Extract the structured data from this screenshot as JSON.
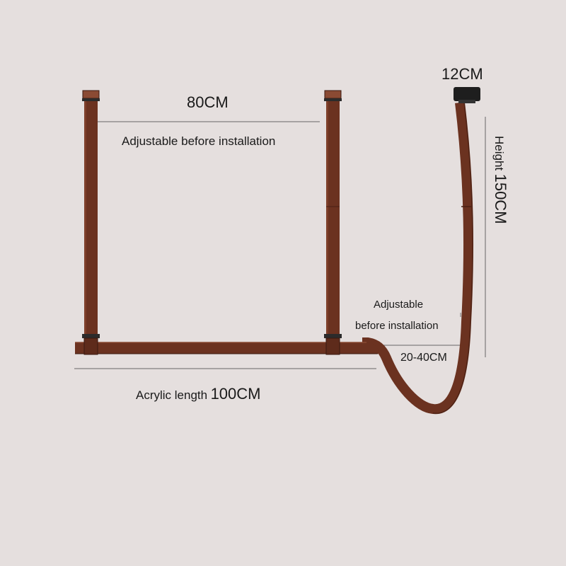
{
  "colors": {
    "background": "#e5dfde",
    "strap": "#6b3220",
    "strap_dark": "#4a2013",
    "strap_light": "#8a4a33",
    "dimension_line": "#555555",
    "canopy": "#1e1e1e"
  },
  "labels": {
    "width_value": "80CM",
    "width_note": "Adjustable before installation",
    "canopy_value": "12CM",
    "height_word": "Height",
    "height_value": "150CM",
    "adjust_line1": "Adjustable",
    "adjust_line2": "before installation",
    "drop_value": "20-40CM",
    "acrylic_word": "Acrylic length",
    "acrylic_value": "100CM"
  }
}
